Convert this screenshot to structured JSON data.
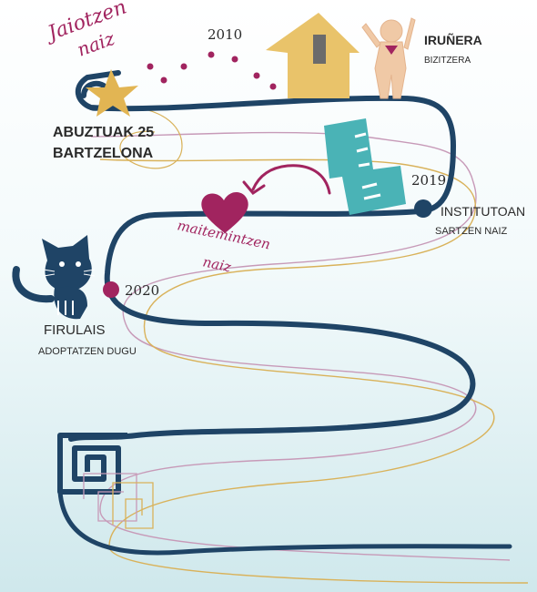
{
  "colors": {
    "bg_top": "#ffffff",
    "bg_bottom": "#cfe8ec",
    "road": "#1f4466",
    "pink": "#a1245f",
    "gold": "#d9b25a",
    "lilac": "#c79ab8",
    "teal": "#4ab3b6",
    "house": "#e9c36a",
    "skin": "#f0c9a6",
    "text": "#2a2a2a"
  },
  "texts": {
    "born_line1": "Jaiotzen",
    "born_line2": "naiz",
    "year_2010": "2010",
    "birth_date": "ABUZTUAK 25",
    "birth_place": "BARTZELONA",
    "city": "IRUÑERA",
    "city_sub": "BIZITZERA",
    "year_2019": "2019",
    "school": "INSTITUTOAN",
    "school_sub": "SARTZEN NAIZ",
    "love_line1": "maitemintzen",
    "love_line2": "naiz",
    "year_2020": "2020",
    "pet": "FIRULAIS",
    "pet_sub": "ADOPTATZEN DUGU"
  },
  "icons": [
    "star-icon",
    "house-icon",
    "person-icon",
    "boot-icon",
    "heart-icon",
    "cat-icon",
    "spiral-icon"
  ]
}
